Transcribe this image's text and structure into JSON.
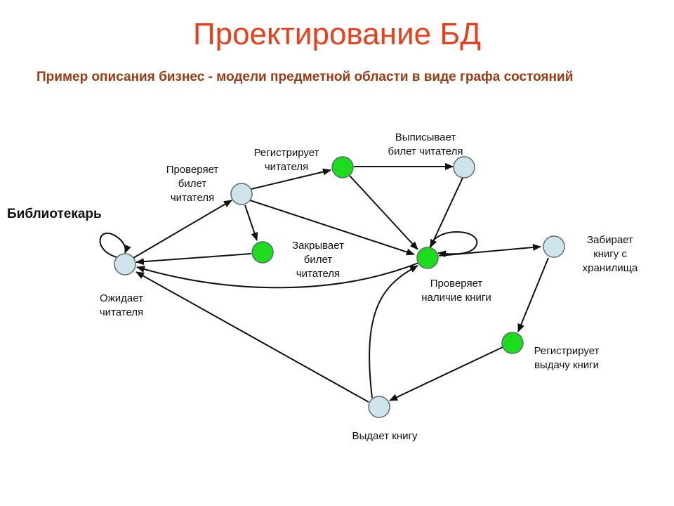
{
  "header": {
    "title": "Проектирование БД",
    "subtitle": "Пример описания бизнес - модели предметной области в виде графа состояний"
  },
  "diagram": {
    "role_label": "Библиотекарь",
    "nodes": [
      {
        "id": "wait",
        "label": "Ожидает\nчитателя",
        "color": "#cfe3ea"
      },
      {
        "id": "check_ticket",
        "label": "Проверяет\nбилет\nчитателя",
        "color": "#cfe3ea"
      },
      {
        "id": "register_reader",
        "label": "Регистрирует\nчитателя",
        "color": "#1ddc1d"
      },
      {
        "id": "issue_ticket",
        "label": "Выписывает\nбилет читателя",
        "color": "#cfe3ea"
      },
      {
        "id": "close_ticket",
        "label": "Закрывает\nбилет\nчитателя",
        "color": "#1ddc1d"
      },
      {
        "id": "check_book",
        "label": "Проверяет\nналичие книги",
        "color": "#1ddc1d"
      },
      {
        "id": "take_book",
        "label": "Забирает\nкнигу с\nхранилища",
        "color": "#cfe3ea"
      },
      {
        "id": "register_issue",
        "label": "Регистрирует\nвыдачу книги",
        "color": "#1ddc1d"
      },
      {
        "id": "give_book",
        "label": "Выдает книгу",
        "color": "#cfe3ea"
      }
    ],
    "edges": [
      {
        "from": "wait",
        "to": "wait"
      },
      {
        "from": "wait",
        "to": "check_ticket"
      },
      {
        "from": "check_ticket",
        "to": "register_reader"
      },
      {
        "from": "check_ticket",
        "to": "close_ticket"
      },
      {
        "from": "check_ticket",
        "to": "check_book"
      },
      {
        "from": "register_reader",
        "to": "issue_ticket"
      },
      {
        "from": "register_reader",
        "to": "check_book"
      },
      {
        "from": "issue_ticket",
        "to": "check_book"
      },
      {
        "from": "close_ticket",
        "to": "wait"
      },
      {
        "from": "check_book",
        "to": "check_book"
      },
      {
        "from": "check_book",
        "to": "wait"
      },
      {
        "from": "check_book",
        "to": "take_book"
      },
      {
        "from": "take_book",
        "to": "register_issue"
      },
      {
        "from": "register_issue",
        "to": "give_book"
      },
      {
        "from": "give_book",
        "to": "check_book"
      },
      {
        "from": "give_book",
        "to": "wait"
      }
    ]
  }
}
